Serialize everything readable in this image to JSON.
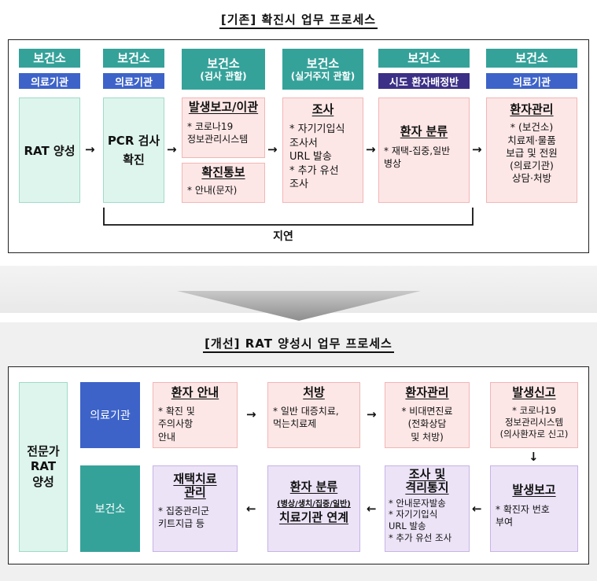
{
  "top": {
    "title": "[기존] 확진시 업무 프로세스",
    "cols": [
      {
        "head": "보건소",
        "head_sub": "",
        "sub": "의료기관"
      },
      {
        "head": "보건소",
        "head_sub": "",
        "sub": "의료기관"
      },
      {
        "head": "보건소",
        "head_sub": "(검사 관할)",
        "sub": ""
      },
      {
        "head": "보건소",
        "head_sub": "(실거주지 관할)",
        "sub": ""
      },
      {
        "head": "보건소",
        "head_sub": "",
        "sub": "시도 환자배정반"
      },
      {
        "head": "보건소",
        "head_sub": "",
        "sub": "의료기관"
      }
    ],
    "rat": "RAT 양성",
    "pcr": "PCR 검사\n확진",
    "report": {
      "title": "발생보고/이관",
      "body": "* 코로나19\n정보관리시스템"
    },
    "notify": {
      "title": "확진통보",
      "body": "* 안내(문자)"
    },
    "survey": {
      "title": "조사",
      "body": "* 자기기입식\n조사서\nURL 발송\n* 추가 유선\n조사"
    },
    "classify": {
      "title": "환자 분류",
      "body": "* 재택-집중,일반\n병상"
    },
    "manage": {
      "title": "환자관리",
      "body": "* (보건소)\n치료제·물품\n보급 및 전원\n(의료기관)\n상담·처방"
    },
    "delay": "지연",
    "arrow": "→"
  },
  "bottom": {
    "title": "[개선] RAT 양성시 업무 프로세스",
    "left": "전문가\nRAT\n양성",
    "row1_label": "의료기관",
    "row2_label": "보건소",
    "guide": {
      "title": "환자 안내",
      "body": "* 확진 및\n주의사항\n안내"
    },
    "rx": {
      "title": "처방",
      "body": "* 일반 대증치료,\n먹는치료제"
    },
    "manage": {
      "title": "환자관리",
      "body": "* 비대면진료\n(전화상담\n및 처방)"
    },
    "declare": {
      "title": "발생신고",
      "body": "* 코로나19\n정보관리시스템\n(의사환자로 신고)"
    },
    "report": {
      "title": "발생보고",
      "body": "* 확진자 번호\n부여"
    },
    "survey": {
      "title": "조사 및\n격리통지",
      "body": "* 안내문자발송\n* 자기기입식\nURL 발송\n* 추가 유선 조사"
    },
    "classify": {
      "title": "환자 분류",
      "sub": "(병상/생치/집중/일반)",
      "title2": "치료기관 연계"
    },
    "home": {
      "title": "재택치료\n관리",
      "body": "* 집중관리군\n키트지급 등"
    },
    "arrow_r": "→",
    "arrow_l": "←",
    "arrow_d": "↓"
  }
}
